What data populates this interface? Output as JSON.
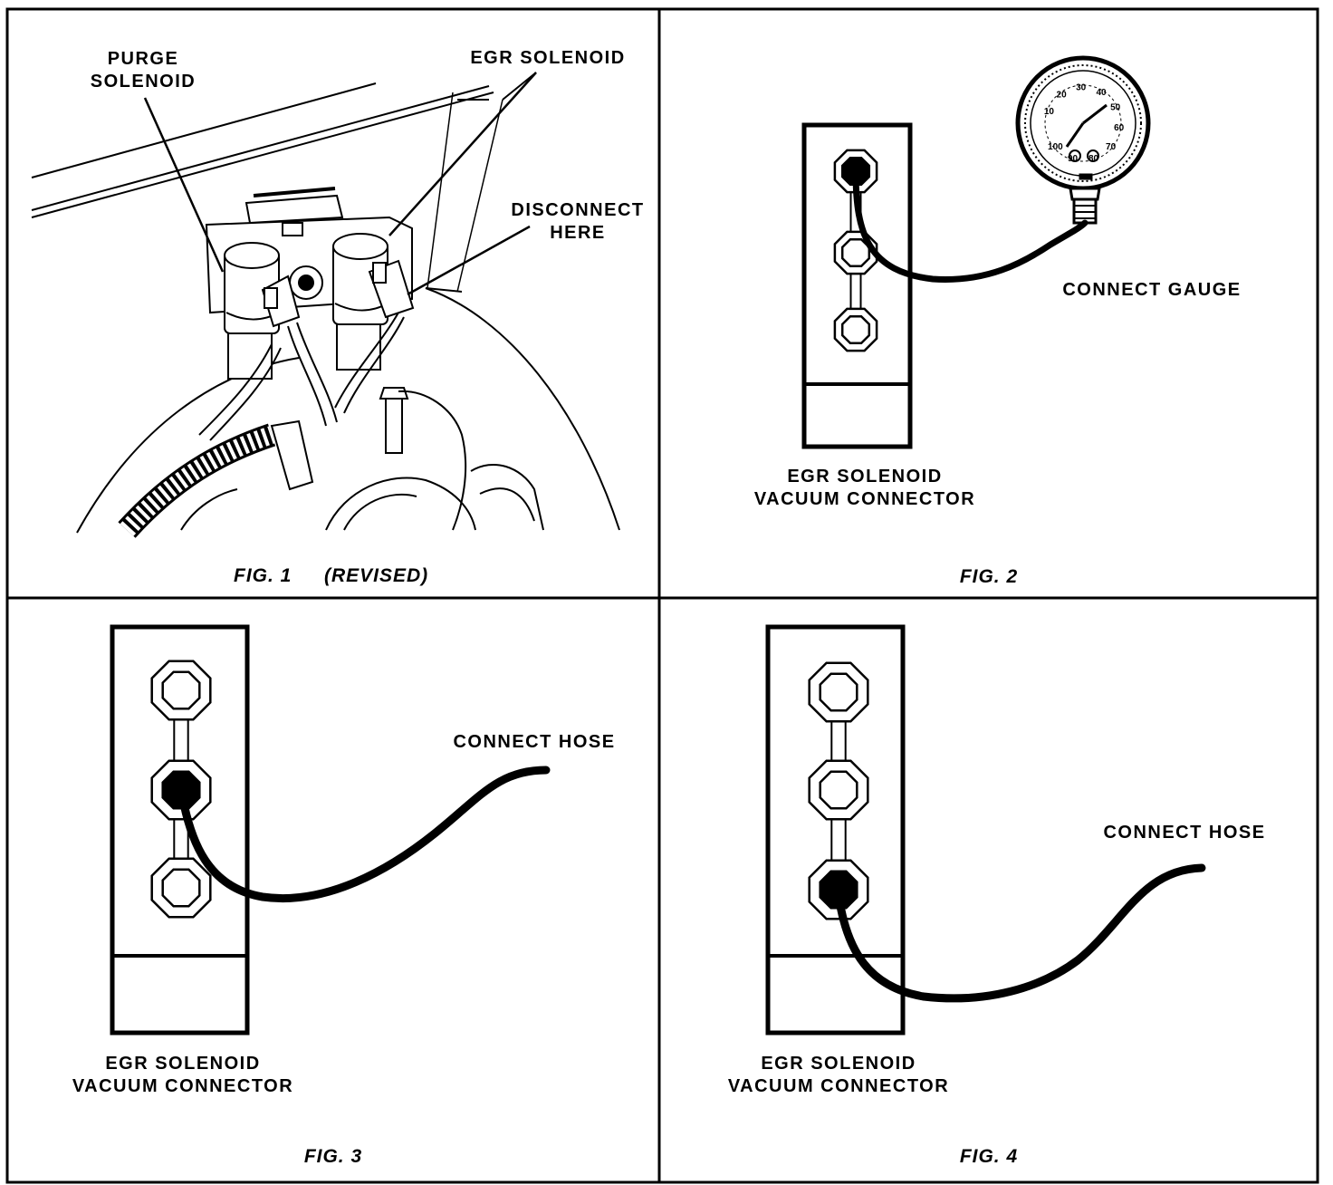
{
  "fig1": {
    "caption": "FIG. 1",
    "caption_note": "(REVISED)",
    "label_purge_line1": "PURGE",
    "label_purge_line2": "SOLENOID",
    "label_egr": "EGR SOLENOID",
    "label_disconnect_line1": "DISCONNECT",
    "label_disconnect_line2": "HERE"
  },
  "fig2": {
    "caption": "FIG. 2",
    "label_gauge": "CONNECT GAUGE",
    "connector_line1": "EGR SOLENOID",
    "connector_line2": "VACUUM CONNECTOR",
    "gauge_ticks": [
      "10",
      "20",
      "30",
      "40",
      "50",
      "60",
      "70",
      "80",
      "90",
      "100"
    ],
    "connected_port": 1
  },
  "fig3": {
    "caption": "FIG. 3",
    "label_hose": "CONNECT HOSE",
    "connector_line1": "EGR SOLENOID",
    "connector_line2": "VACUUM CONNECTOR",
    "connected_port": 2
  },
  "fig4": {
    "caption": "FIG. 4",
    "label_hose": "CONNECT HOSE",
    "connector_line1": "EGR SOLENOID",
    "connector_line2": "VACUUM CONNECTOR",
    "connected_port": 3
  }
}
